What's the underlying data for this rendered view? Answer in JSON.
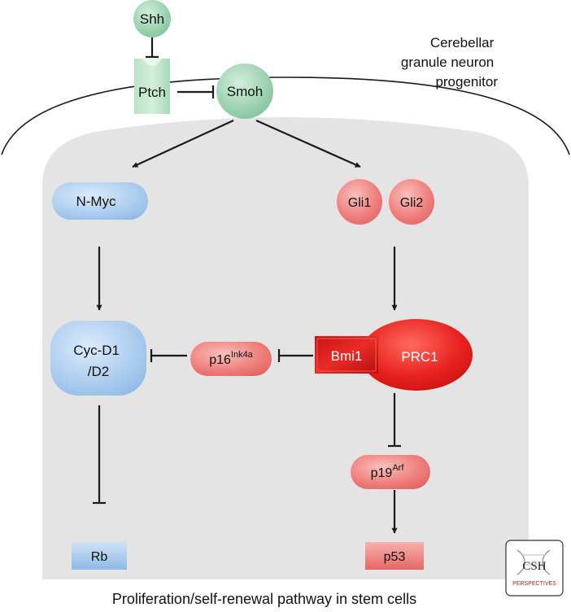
{
  "diagram": {
    "cell_label": [
      "Cerebellar",
      "granule neuron",
      "progenitor"
    ],
    "caption": "Proliferation/self-renewal pathway in stem cells",
    "logo": {
      "line1": "CSH",
      "line2": "PERSPECTIVES"
    },
    "nodes": {
      "shh": "Shh",
      "ptch": "Ptch",
      "smoh": "Smoh",
      "nmyc": "N-Myc",
      "gli1": "Gli1",
      "gli2": "Gli2",
      "cyc_line1": "Cyc-D1",
      "cyc_line2": "/D2",
      "p16_base": "p16",
      "p16_sup": "Ink4a",
      "bmi1": "Bmi1",
      "prc1": "PRC1",
      "p19_base": "p19",
      "p19_sup": "Arf",
      "rb": "Rb",
      "p53": "p53"
    },
    "colors": {
      "green": "#9fd4b2",
      "blue": "#a9cbee",
      "salmon": "#ef7f7c",
      "red": "#e8211f",
      "cell_bg": "#e4e4e4",
      "line": "#1a1a1a"
    }
  }
}
